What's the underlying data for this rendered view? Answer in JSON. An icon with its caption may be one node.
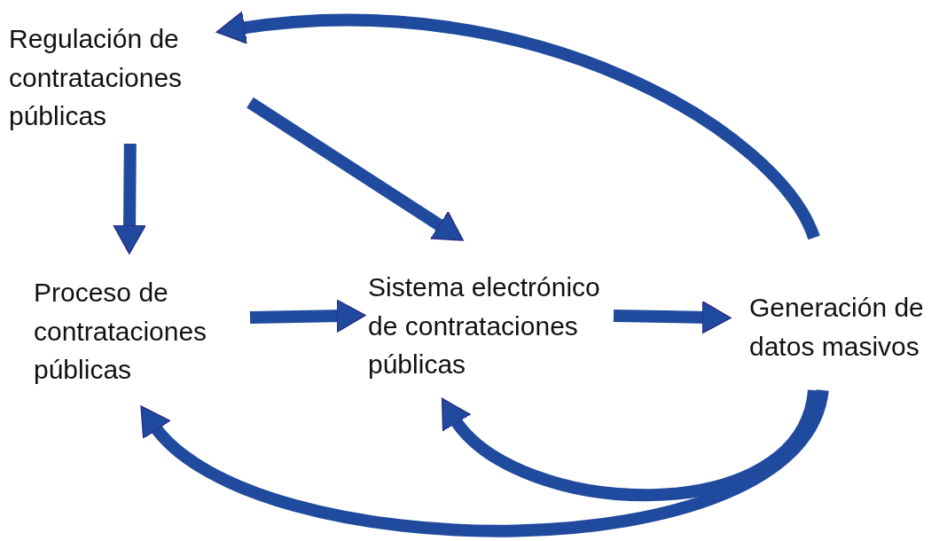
{
  "diagram": {
    "nodes": [
      {
        "text": [
          "Regulación de contrataciones públicas"
        ]
      },
      {
        "text": [
          "Proceso de contrataciones públicas"
        ]
      },
      {
        "text": [
          "Sistema electrónico de contrataciones públicas"
        ]
      },
      {
        "text": [
          "Generación de datos masivos"
        ]
      }
    ],
    "edges": [
      {
        "from": 0,
        "to": 1,
        "arrow": "to"
      },
      {
        "from": 0,
        "to": 2,
        "arrow": "to"
      },
      {
        "from": 1,
        "to": 2,
        "arrow": "to"
      },
      {
        "from": 2,
        "to": 3,
        "arrow": "to"
      },
      {
        "from": 3,
        "to": 0,
        "arrow": "to"
      },
      {
        "from": 3,
        "to": 2,
        "arrow": "to"
      },
      {
        "from": 3,
        "to": 1,
        "arrow": "to"
      }
    ]
  }
}
